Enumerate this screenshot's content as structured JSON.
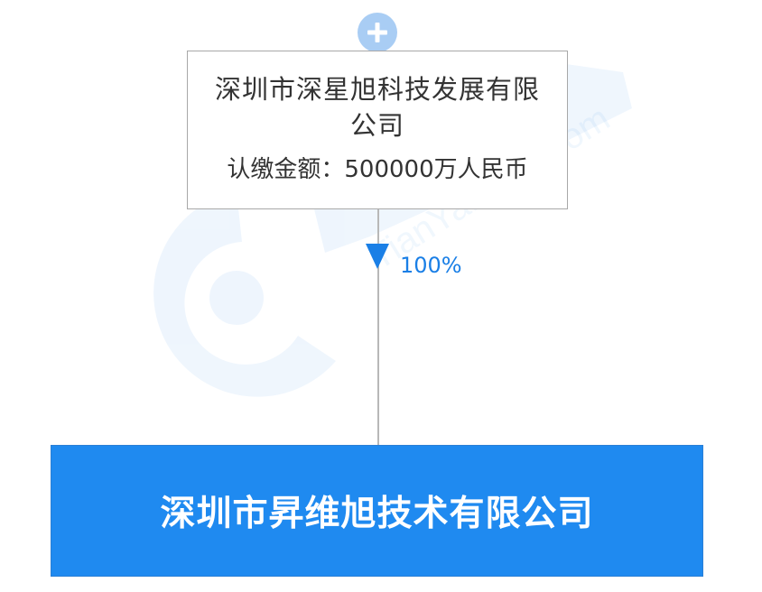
{
  "expand_button": {
    "icon": "plus-icon"
  },
  "shareholder": {
    "name": "深圳市深星旭科技发展有限公司",
    "capital": "认缴金额：500000万人民币"
  },
  "relation": {
    "percentage": "100%",
    "arrow_icon": "arrow-down-icon"
  },
  "company": {
    "name": "深圳市昇维旭技术有限公司"
  },
  "watermark": {
    "icon": "tianyancha-logo",
    "text": "TianYanCha.com"
  },
  "colors": {
    "accent": "#1a7fe6",
    "company_fill": "#1f8af0",
    "button_fill": "#a9cdf4",
    "border": "#a8a8a8"
  }
}
